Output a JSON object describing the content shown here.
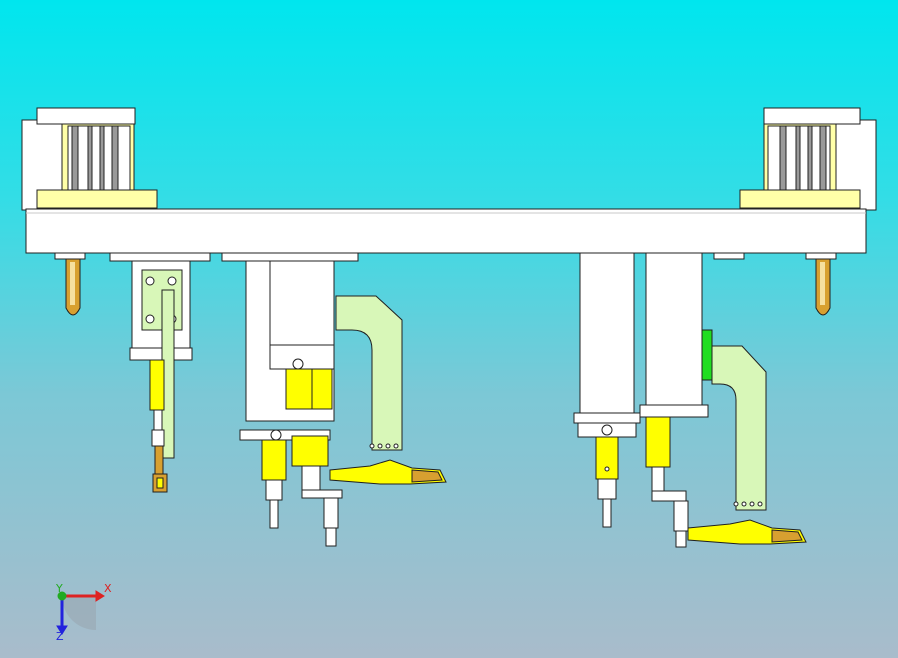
{
  "viewport": {
    "background_top": "#00e8f0",
    "background_bottom": "#a9bccb"
  },
  "colors": {
    "frame": "#ffffff",
    "outline": "#202020",
    "yellow_part": "#ffff00",
    "pale_yellow": "#ffffa8",
    "green_bracket": "#d8f7b8",
    "bright_green": "#22dd22",
    "gold_pin": "#d8a030",
    "grey_motor": "#9a9a9a",
    "axis_x": "#dd2222",
    "axis_y": "#22aa22",
    "axis_z": "#2222dd"
  },
  "triad": {
    "x_label": "X",
    "y_label": "Y",
    "z_label": "Z",
    "icon": "coordinate-triad-icon"
  }
}
